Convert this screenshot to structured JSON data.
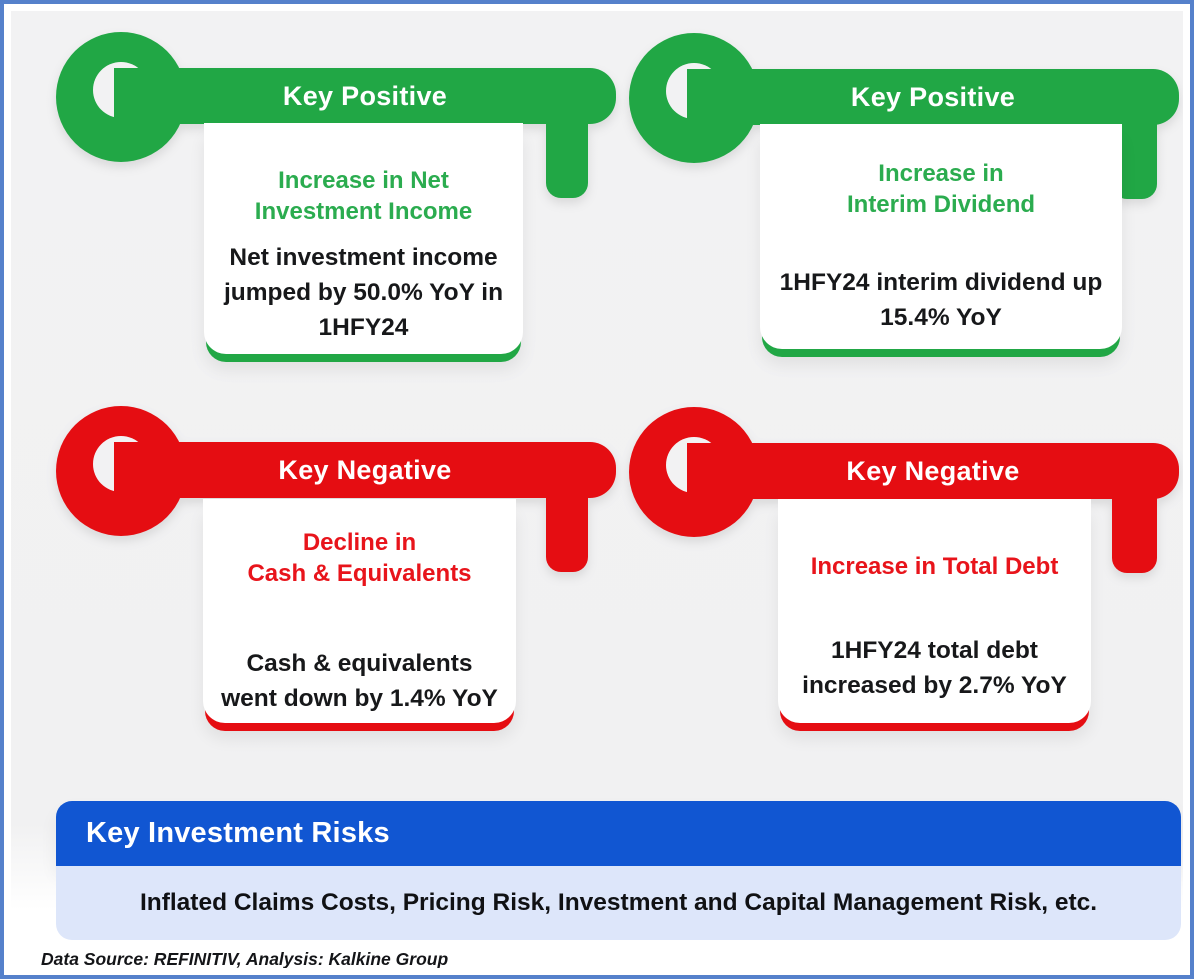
{
  "colors": {
    "green": "#21A745",
    "green_text": "#2BAC4F",
    "red": "#E50D12",
    "red_text": "#E8141B",
    "banner_blue": "#1156D2",
    "risk_box_bg": "#DDE6FA",
    "frame_border": "#5581CB",
    "canvas_background": "#F2F2F3",
    "card_background": "#FFFFFF",
    "body_text": "#17181A"
  },
  "cards": [
    {
      "sentiment": "positive",
      "key_label": "Key Positive",
      "title_lines": [
        "Increase in Net",
        "Investment Income"
      ],
      "body": "Net investment income jumped by 50.0% YoY in 1HFY24"
    },
    {
      "sentiment": "positive",
      "key_label": "Key Positive",
      "title_lines": [
        "Increase in",
        "Interim Dividend"
      ],
      "body": "1HFY24 interim dividend up 15.4% YoY"
    },
    {
      "sentiment": "negative",
      "key_label": "Key Negative",
      "title_lines": [
        "Decline in",
        "Cash & Equivalents"
      ],
      "body": "Cash & equivalents went down by 1.4% YoY"
    },
    {
      "sentiment": "negative",
      "key_label": "Key Negative",
      "title_lines": [
        "Increase in Total Debt"
      ],
      "body": "1HFY24 total debt increased by 2.7% YoY"
    }
  ],
  "risks": {
    "heading": "Key Investment Risks",
    "items_text": "Inflated Claims Costs, Pricing Risk, Investment and Capital Management Risk, etc."
  },
  "footer": {
    "source_note": "Data Source: REFINITIV, Analysis: Kalkine Group"
  }
}
